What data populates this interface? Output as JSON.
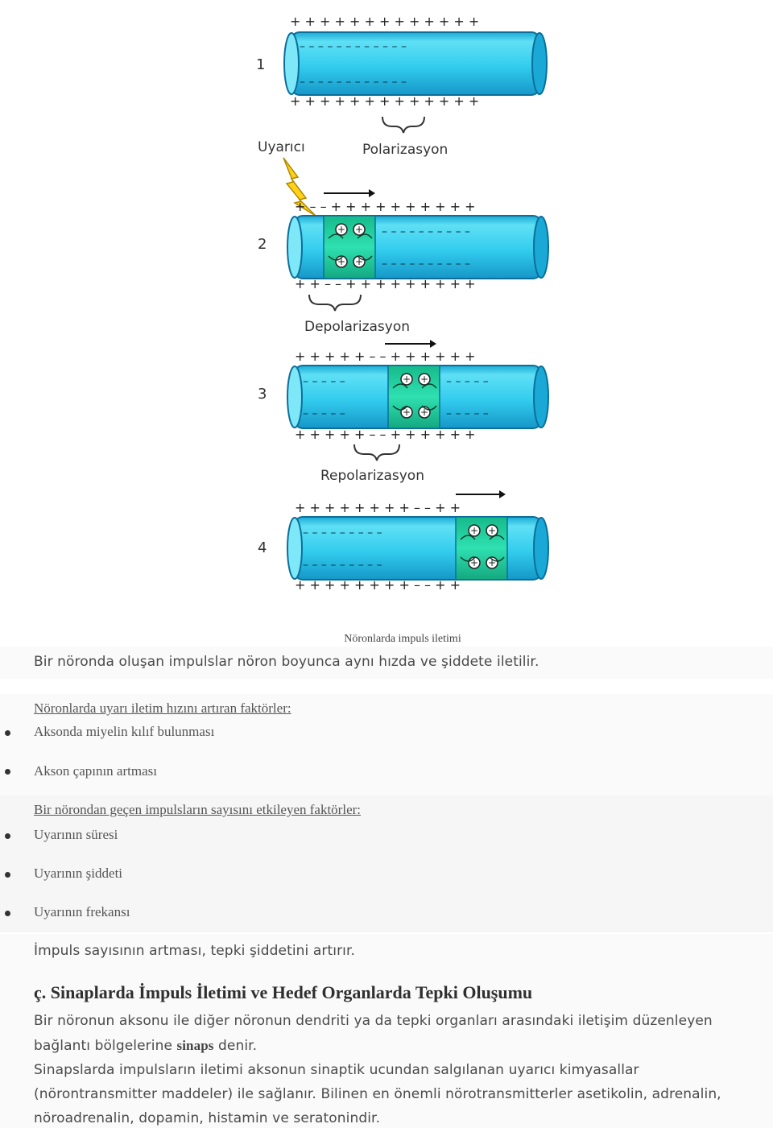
{
  "figure": {
    "stages": [
      "1",
      "2",
      "3",
      "4"
    ],
    "labels": {
      "stimulus": "Uyarıcı",
      "polarization": "Polarizasyon",
      "depolarization": "Depolarizasyon",
      "repolarization": "Repolarizasyon"
    },
    "colors": {
      "axon": "#33ccee",
      "axon_dark": "#1199cc",
      "active_zone": "#22d4a0"
    }
  },
  "caption": "Nöronlarda impuls iletimi",
  "para1": "Bir nöronda oluşan impulslar nöron boyunca aynı hızda ve şiddete iletilir.",
  "speed_factors": {
    "title": "Nöronlarda uyarı iletim hızını artıran faktörler:",
    "items": [
      "Aksonda miyelin kılıf bulunması",
      "Akson çapının artması"
    ]
  },
  "count_factors": {
    "title": "Bir nörondan geçen impulsların sayısını etkileyen faktörler:",
    "items": [
      "Uyarının süresi",
      "Uyarının şiddeti",
      "Uyarının frekansı"
    ]
  },
  "para2": "İmpuls sayısının artması, tepki şiddetini artırır.",
  "section": {
    "heading": "ç. Sinaplarda İmpuls İletimi ve Hedef Organlarda Tepki Oluşumu",
    "p1_line1": "Bir nöronun aksonu ile diğer nöronun dendriti ya da tepki organları arasındaki iletişim düzenleyen",
    "p1_line2_a": "bağlantı bölgelerine ",
    "p1_line2_term": "sinaps",
    "p1_line2_b": " denir.",
    "p2_line1": "Sinapslarda impulsların iletimi aksonun sinaptik ucundan salgılanan uyarıcı kimyasallar",
    "p2_line2": "(nörontransmitter maddeler) ile sağlanır. Bilinen en önemli nörotransmitterler asetikolin, adrenalin,",
    "p2_line3": "nöroadrenalin, dopamin, histamin ve seratonindir."
  }
}
